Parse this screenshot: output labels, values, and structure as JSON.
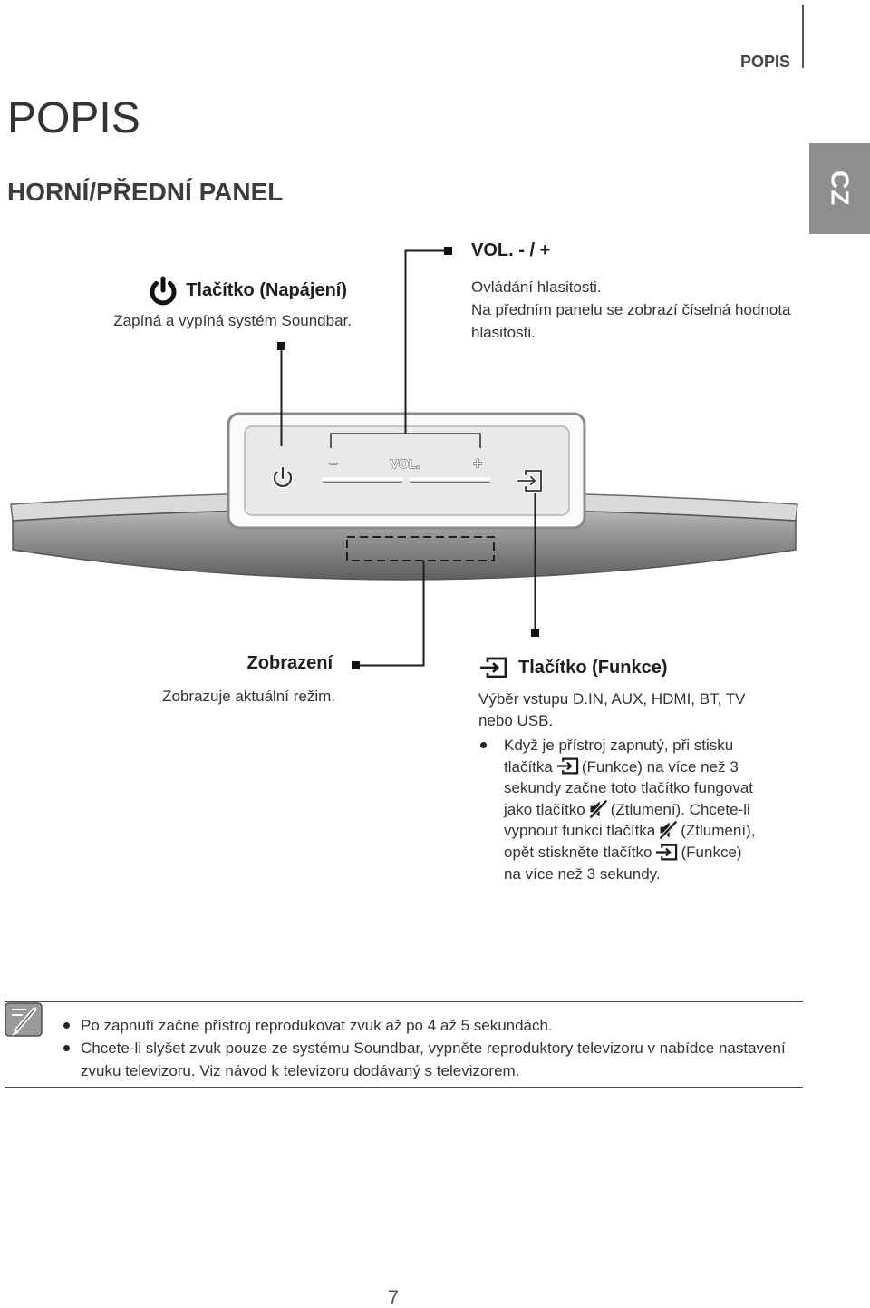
{
  "header": {
    "section_label": "POPIS",
    "language_tab": "CZ"
  },
  "title": "POPIS",
  "subtitle": "HORNÍ/PŘEDNÍ PANEL",
  "callouts": {
    "power": {
      "icon": "power-icon",
      "title": "Tlačítko (Napájení)",
      "description": "Zapíná a vypíná systém Soundbar."
    },
    "volume": {
      "title": "VOL. - / +",
      "lines": [
        "Ovládání hlasitosti.",
        "Na předním panelu se zobrazí číselná hodnota",
        "hlasitosti."
      ]
    },
    "display": {
      "title": "Zobrazení",
      "description": "Zobrazuje aktuální režim."
    },
    "function": {
      "icon": "input-source-icon",
      "title": "Tlačítko (Funkce)",
      "lines": [
        "Výběr vstupu D.IN, AUX, HDMI, BT, TV",
        "nebo USB."
      ],
      "bullet_lines": [
        [
          "Když je přístroj zapnutý, při stisku"
        ],
        [
          "tlačítka",
          "(Funkce) na více než 3"
        ],
        [
          "sekundy začne toto tlačítko fungovat"
        ],
        [
          "jako tlačítko",
          "(Ztlumení). Chcete-li"
        ],
        [
          "vypnout funkci tlačítka",
          "(Ztlumení),"
        ],
        [
          "opět stiskněte tlačítko",
          "(Funkce)"
        ],
        [
          "na více než 3 sekundy."
        ]
      ]
    }
  },
  "device_panel": {
    "minus_label": "–",
    "vol_label": "VOL.",
    "plus_label": "+"
  },
  "notes": {
    "icon": "note-icon",
    "items": [
      [
        "Po zapnutí začne přístroj reprodukovat zvuk až po 4 až 5 sekundách."
      ],
      [
        "Chcete-li slyšet zvuk pouze ze systému Soundbar, vypněte reproduktory televizoru v nabídce nastavení",
        "zvuku televizoru. Viz návod k televizoru dodávaný s televizorem."
      ]
    ]
  },
  "page_number": "7",
  "colors": {
    "text": "#333333",
    "tab_background": "#8e8e8e"
  }
}
